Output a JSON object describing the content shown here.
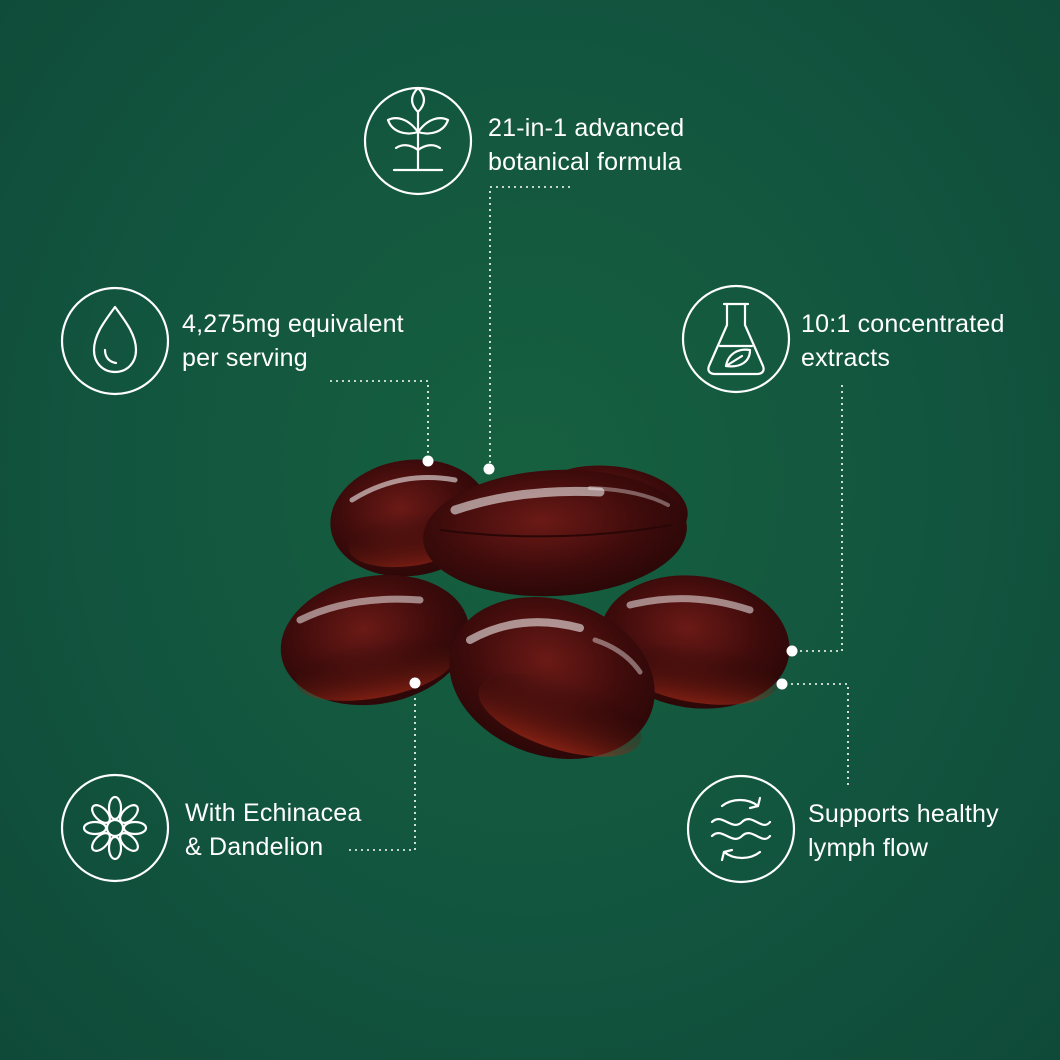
{
  "background_color": "#13553f",
  "features": [
    {
      "id": "botanical",
      "icon": "sprout-icon",
      "lines": [
        "21-in-1 advanced",
        "botanical formula"
      ]
    },
    {
      "id": "equivalent",
      "icon": "droplet-icon",
      "lines": [
        "4,275mg equivalent",
        "per serving"
      ]
    },
    {
      "id": "concentrated",
      "icon": "flask-leaf-icon",
      "lines": [
        "10:1 concentrated",
        "extracts"
      ]
    },
    {
      "id": "echinacea",
      "icon": "flower-icon",
      "lines": [
        "With Echinacea",
        "& Dandelion"
      ]
    },
    {
      "id": "lymph",
      "icon": "flow-waves-icon",
      "lines": [
        "Supports healthy",
        "lymph flow"
      ]
    }
  ],
  "product": {
    "name": "softgel-capsules",
    "color": "#5a1414"
  }
}
